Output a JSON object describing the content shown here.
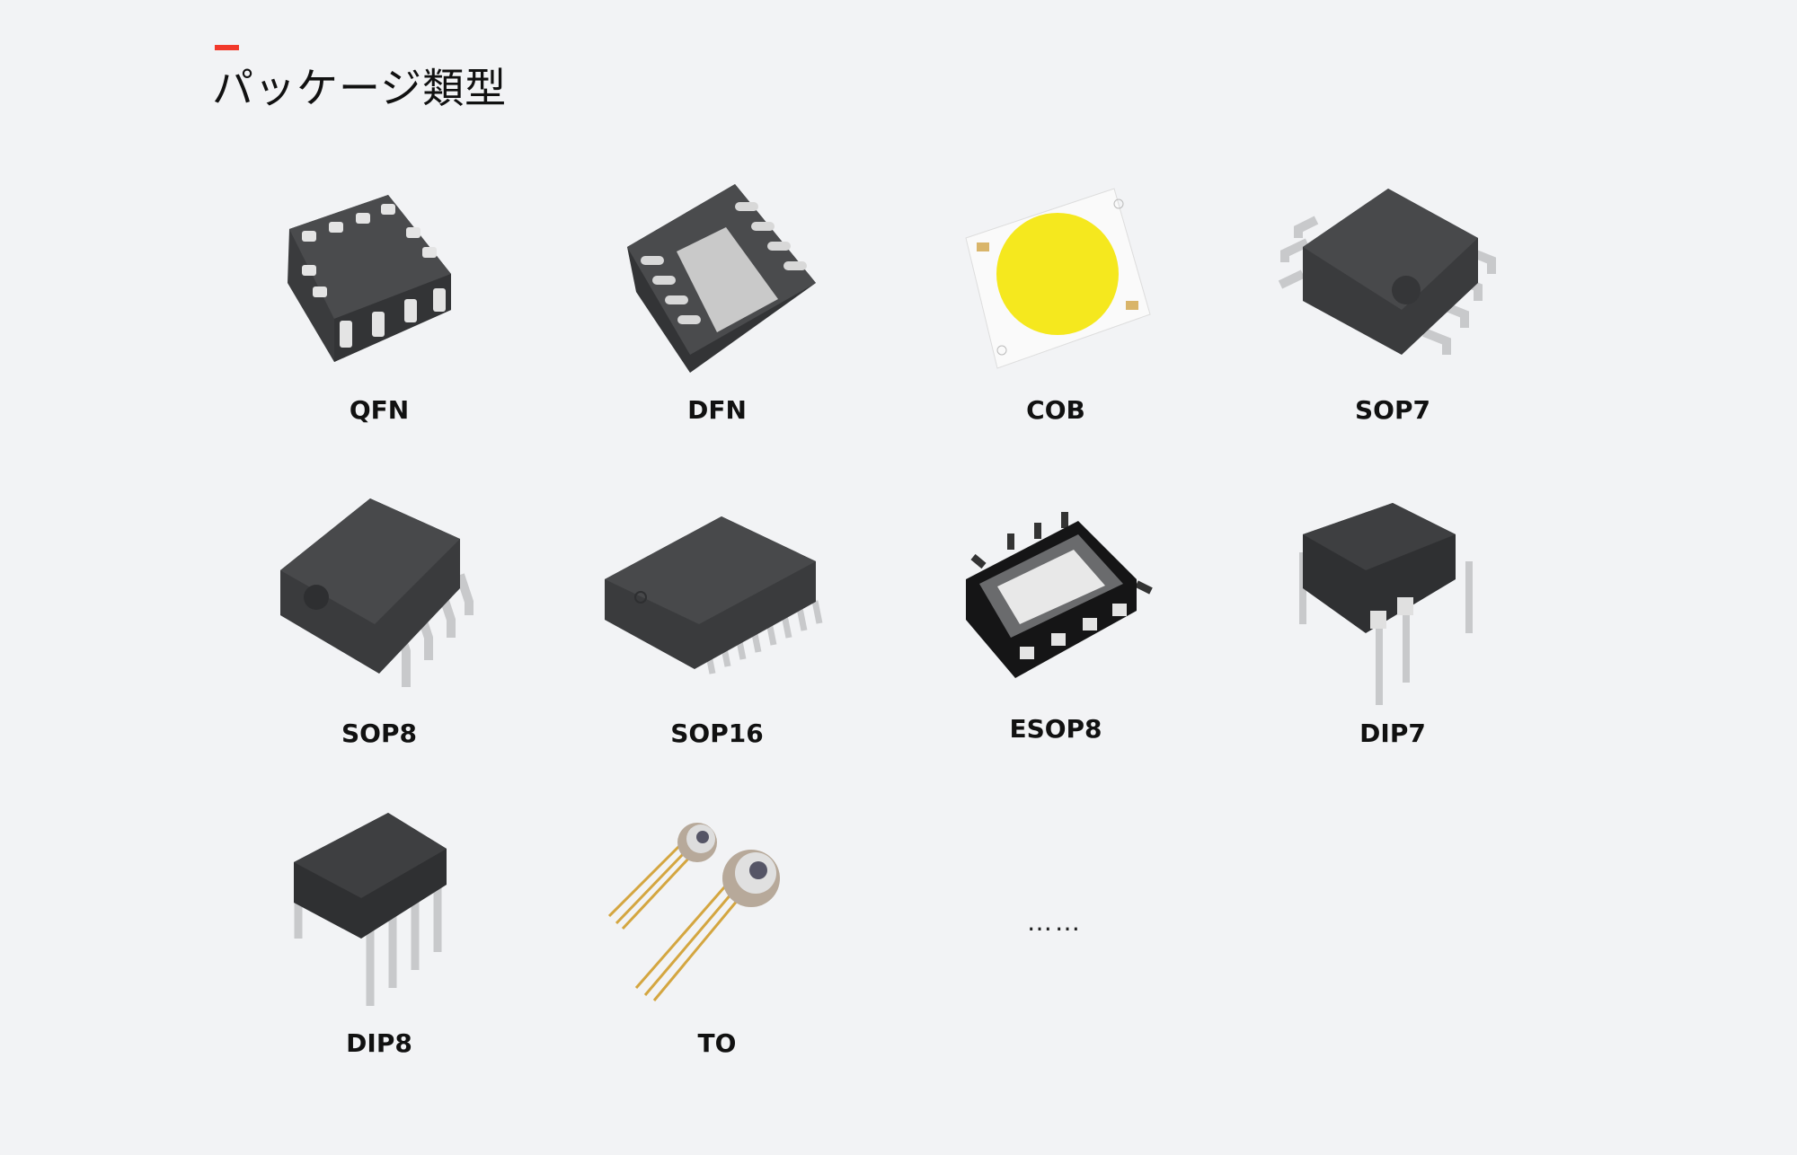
{
  "header": {
    "title": "パッケージ類型"
  },
  "colors": {
    "accent": "#f2392b",
    "background": "#f2f3f5",
    "chip_body": "#3e3f41",
    "pin": "#c8c9cb",
    "cob_phosphor": "#f5e81e"
  },
  "packages": [
    {
      "label": "QFN",
      "icon": "qfn-chip-icon"
    },
    {
      "label": "DFN",
      "icon": "dfn-chip-icon"
    },
    {
      "label": "COB",
      "icon": "cob-led-icon"
    },
    {
      "label": "SOP7",
      "icon": "sop7-chip-icon"
    },
    {
      "label": "SOP8",
      "icon": "sop8-chip-icon"
    },
    {
      "label": "SOP16",
      "icon": "sop16-chip-icon"
    },
    {
      "label": "ESOP8",
      "icon": "esop8-chip-icon"
    },
    {
      "label": "DIP7",
      "icon": "dip7-chip-icon"
    },
    {
      "label": "DIP8",
      "icon": "dip8-chip-icon"
    },
    {
      "label": "TO",
      "icon": "to-can-icon"
    }
  ],
  "more": "……"
}
